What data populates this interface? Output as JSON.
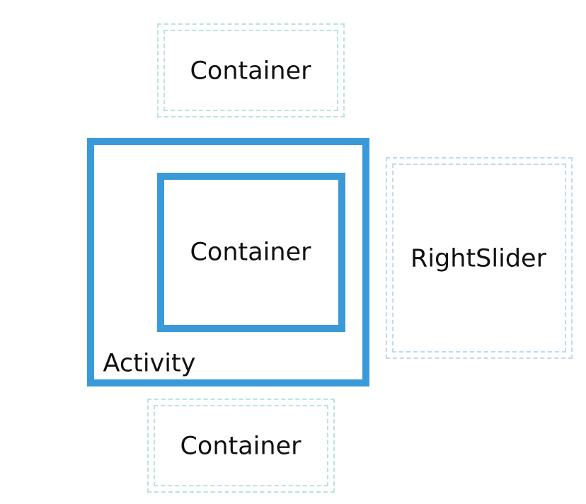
{
  "colors": {
    "activity_blue": "#3a9ad9",
    "ghost_green": "#9fdcd0",
    "ghost_blue": "#a9cdef"
  },
  "diagram": {
    "top_container": {
      "label": "Container"
    },
    "center_container": {
      "label": "Container"
    },
    "bottom_container": {
      "label": "Container"
    },
    "activity": {
      "label": "Activity"
    },
    "right_slider": {
      "label": "RightSlider"
    }
  }
}
